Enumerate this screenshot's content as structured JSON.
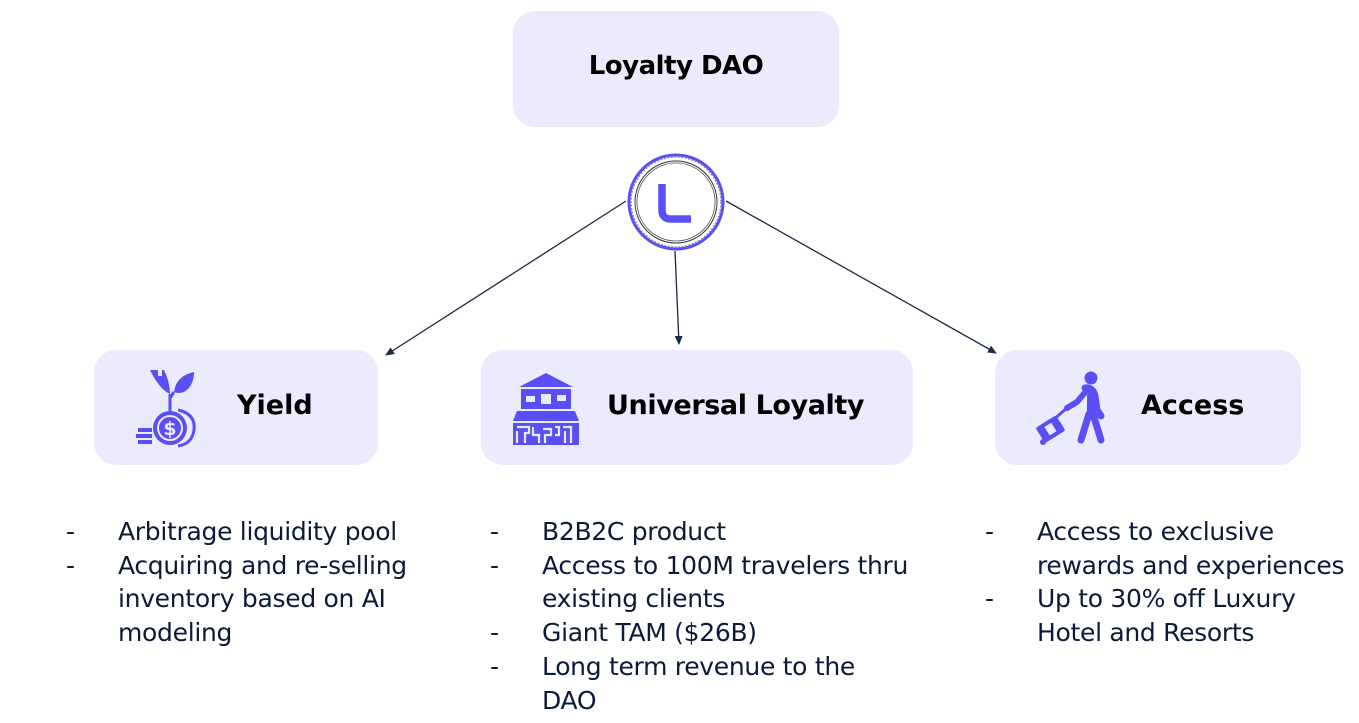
{
  "diagram": {
    "root": {
      "title": "Loyalty DAO",
      "logo_icon": "loyalty-l-coin-icon"
    },
    "colors": {
      "box_fill": "#ecebfd",
      "accent": "#5a4ff5",
      "text_dark": "#0b1a38",
      "arrow": "#1b2a47"
    },
    "branches": [
      {
        "title": "Yield",
        "icon": "money-plant-coins-icon",
        "bullets": [
          "Arbitrage liquidity pool",
          "Acquiring and re-selling inventory based on AI modeling"
        ],
        "bullet_marker": "-"
      },
      {
        "title": "Universal Loyalty",
        "icon": "hotel-building-icon",
        "bullets": [
          "B2B2C product",
          "Access to 100M travelers thru existing clients",
          "Giant TAM ($26B)",
          "Long term revenue to the DAO"
        ],
        "bullet_marker": "-"
      },
      {
        "title": "Access",
        "icon": "traveler-with-luggage-icon",
        "bullets": [
          "Access to exclusive rewards and experiences",
          "Up to 30% off Luxury Hotel and Resorts"
        ],
        "bullet_marker": "-"
      }
    ]
  }
}
